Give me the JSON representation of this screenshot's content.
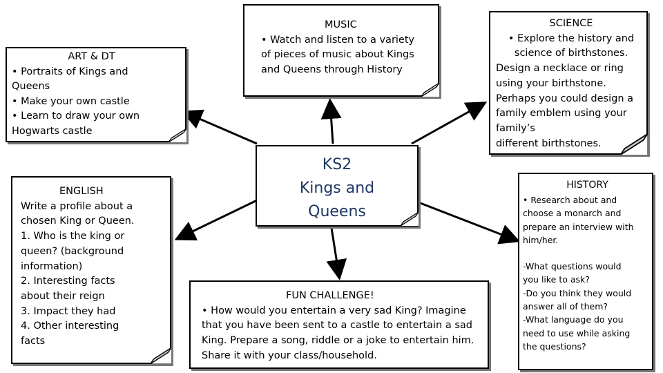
{
  "center": {
    "line1": "KS2",
    "line2": "Kings and",
    "line3": "Queens"
  },
  "art": {
    "title": "ART & DT",
    "lines": [
      "• Portraits of Kings and",
      "Queens",
      "• Make your own castle",
      "• Learn to draw your own",
      "Hogwarts castle"
    ]
  },
  "music": {
    "title": "MUSIC",
    "lines": [
      "• Watch and listen to  a variety",
      "of pieces of music about Kings",
      "and Queens through History"
    ]
  },
  "science": {
    "title": "SCIENCE",
    "lines": [
      "• Explore the history and",
      "science of birthstones.",
      "Design a necklace or ring",
      "using  your birthstone.",
      "Perhaps you could design a",
      "family emblem using your",
      "family’s",
      "different birthstones."
    ]
  },
  "english": {
    "title": "ENGLISH",
    "lines": [
      "Write a profile about a",
      "chosen King or Queen.",
      "1. Who is the king or",
      "queen? (background",
      "information)",
      "2. Interesting facts",
      "about their reign",
      "3. Impact they had",
      "4. Other interesting",
      "facts"
    ]
  },
  "history": {
    "title": "HISTORY",
    "lines": [
      "• Research about and",
      "choose a monarch and",
      "prepare an interview with",
      "him/her.",
      "",
      "-What questions would",
      "you like to ask?",
      "-Do you think they would",
      "answer all of them?",
      "-What language do you",
      "need to use while asking",
      "the questions?"
    ]
  },
  "fun": {
    "title": "FUN CHALLENGE!",
    "lines": [
      "• How would you entertain a very sad King? Imagine",
      "that you have been sent to a castle to entertain a sad",
      "King.  Prepare a song, riddle or a joke to entertain him.",
      "Share it with your class/household."
    ]
  },
  "colors": {
    "border": "#000000",
    "center_text": "#1f3864",
    "shadow": "#777777",
    "curl": "#c8c8c8"
  }
}
